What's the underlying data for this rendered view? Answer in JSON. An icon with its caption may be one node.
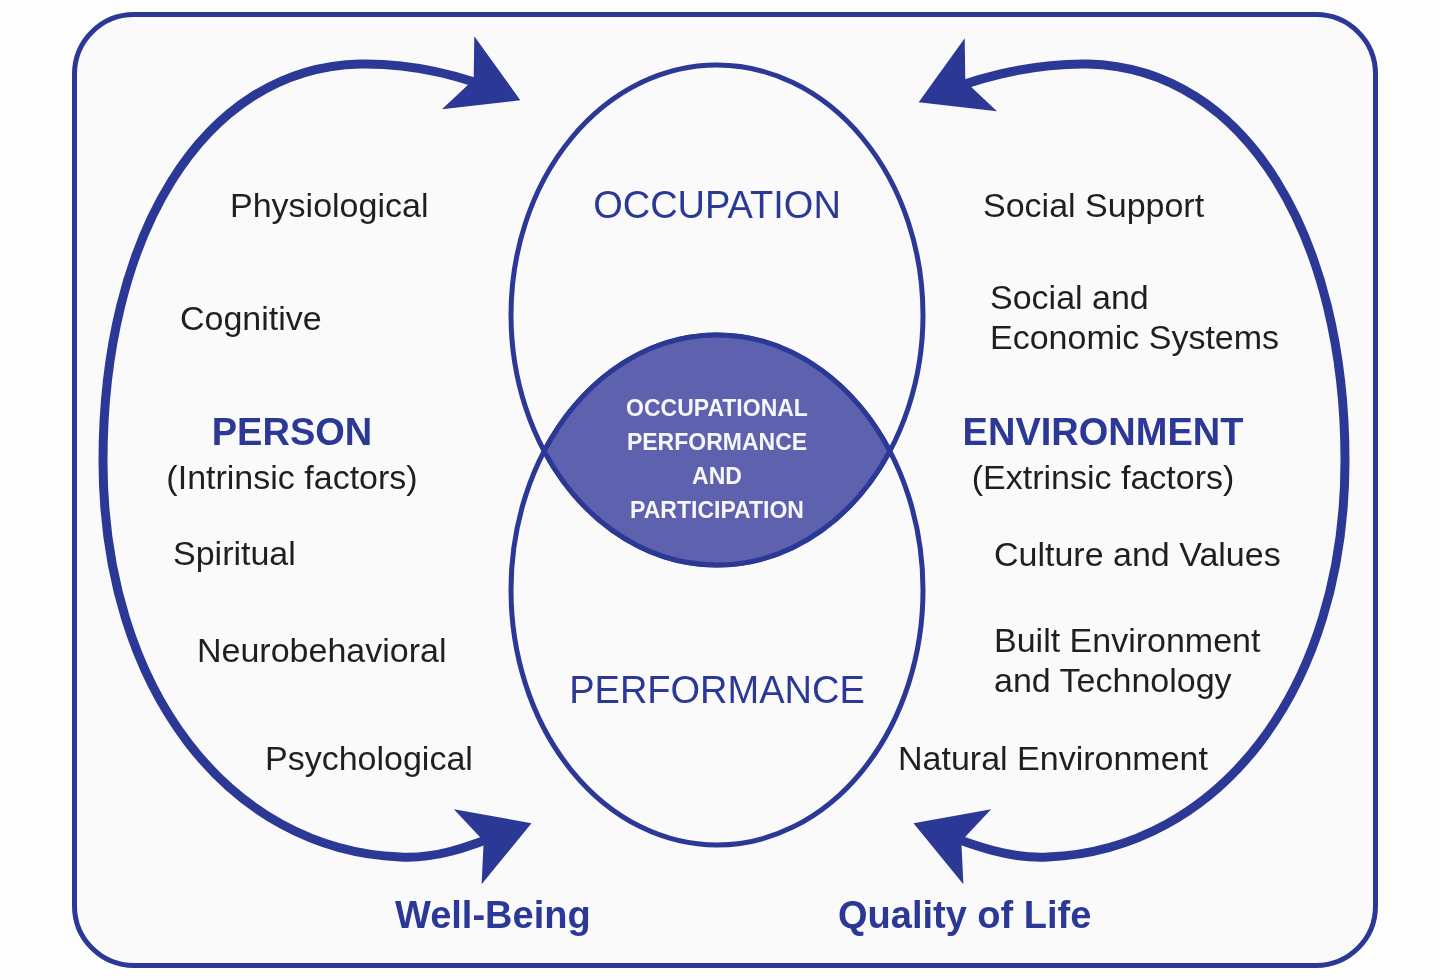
{
  "diagram": {
    "nodes": [
      {
        "text": [
          "OCCUPATION"
        ]
      },
      {
        "text": [
          "PERFORMANCE"
        ]
      },
      {
        "text": [
          "OCCUPATIONAL PERFORMANCE AND PARTICIPATION"
        ]
      }
    ],
    "edges": [
      {
        "from": 0,
        "to": 1,
        "arrow": "both"
      },
      {
        "from": 0,
        "to": 1,
        "arrow": "both"
      }
    ],
    "labels": [
      "Physiological",
      "Cognitive",
      "PERSON",
      "(Intrinsic factors)",
      "Spiritual",
      "Neurobehavioral",
      "Psychological",
      "Social Support",
      "Social and Economic Systems",
      "ENVIRONMENT",
      "(Extrinsic factors)",
      "Culture and Values",
      "Built Environment and Technology",
      "Natural Environment",
      "Well-Being",
      "Quality of Life"
    ]
  }
}
